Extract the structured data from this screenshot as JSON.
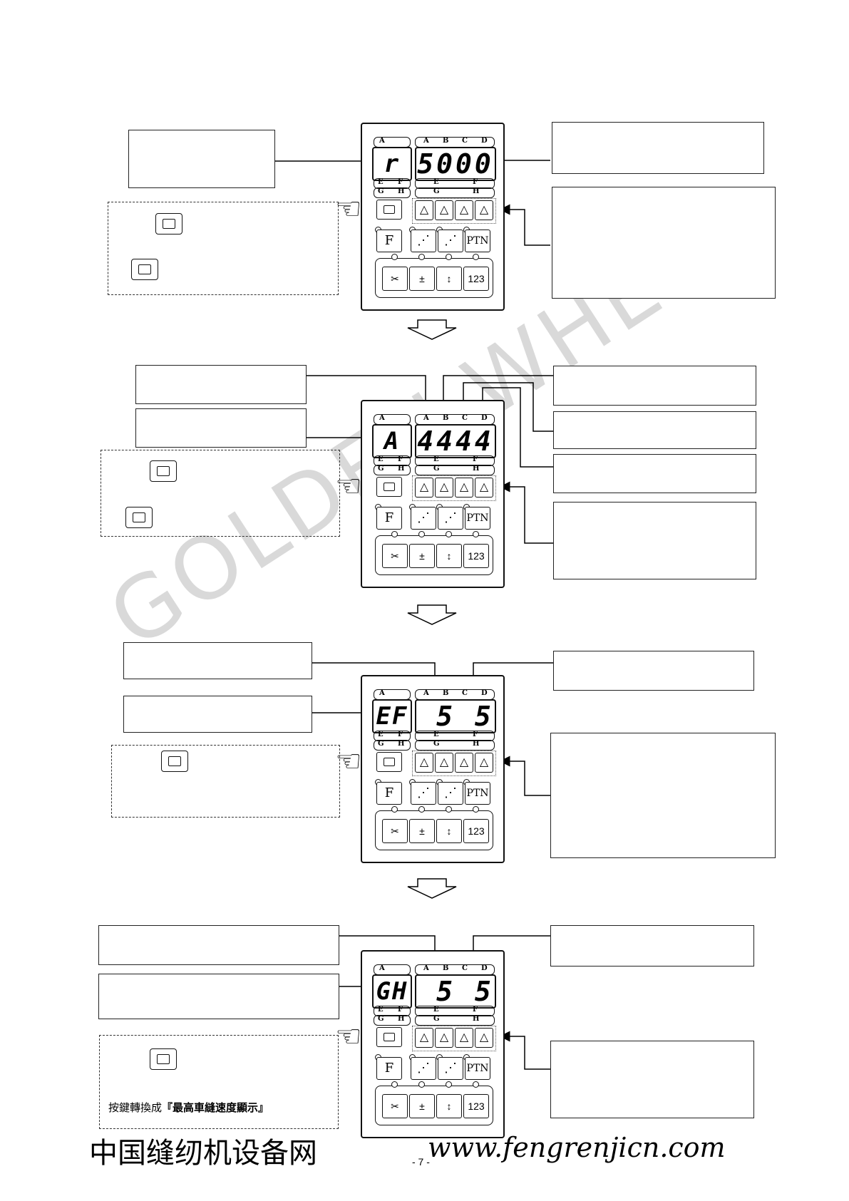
{
  "panels": [
    {
      "mode_code": "r",
      "value": "5000"
    },
    {
      "mode_code": "A",
      "value": "4444"
    },
    {
      "mode_code": "EF",
      "value": " 5 5"
    },
    {
      "mode_code": "GH",
      "value": " 5 5"
    }
  ],
  "panel_labels": {
    "row1_left": "A",
    "row1_right": [
      "A",
      "B",
      "C",
      "D"
    ],
    "row2_left": [
      "E",
      "F"
    ],
    "row2_right": [
      "E",
      "F"
    ],
    "row3_left": [
      "G",
      "H"
    ],
    "row3_right": [
      "G",
      "H"
    ]
  },
  "keys": {
    "f": "F",
    "ptn": "PTN",
    "num": "123",
    "arrow_up": "△"
  },
  "caption_bottom": {
    "prefix": "按鍵轉換成",
    "bold": "『最高車縫速度顯示』"
  },
  "footer": {
    "site_cn": "中国缝纫机设备网",
    "page_no": "- 7 -",
    "url": "www.fengrenjicn.com"
  },
  "watermark": "GOLDEN WHEEL"
}
